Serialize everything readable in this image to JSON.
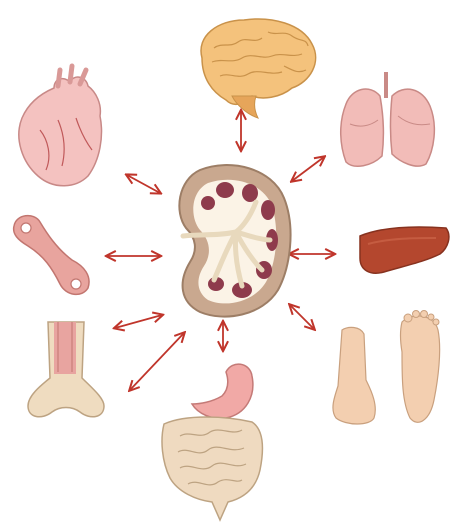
{
  "diagram": {
    "center": {
      "icon": "kidney-icon"
    },
    "organs": [
      {
        "id": "brain",
        "icon": "brain-icon"
      },
      {
        "id": "lungs",
        "icon": "lungs-icon"
      },
      {
        "id": "heart",
        "icon": "heart-icon"
      },
      {
        "id": "liver",
        "icon": "liver-icon"
      },
      {
        "id": "blood-vessel",
        "icon": "blood-vessel-icon"
      },
      {
        "id": "bone",
        "icon": "bone-icon"
      },
      {
        "id": "feet",
        "icon": "feet-icon"
      },
      {
        "id": "intestines",
        "icon": "intestines-icon"
      }
    ],
    "colors": {
      "arrow": "#c0352b",
      "kidney_outer": "#c9a88f",
      "kidney_inner": "#fbf3e6",
      "kidney_pyramid": "#8e3b4c",
      "brain": "#f4c27c",
      "lungs": "#f2bcb8",
      "heart": "#f4c2c0",
      "liver": "#b4472e",
      "vessel": "#e8a49e",
      "bone": "#efdcc0",
      "bone_marrow": "#e8a4a0",
      "skin": "#f3cfb0",
      "intestine": "#efdac0",
      "stomach": "#f1a9a6"
    }
  }
}
